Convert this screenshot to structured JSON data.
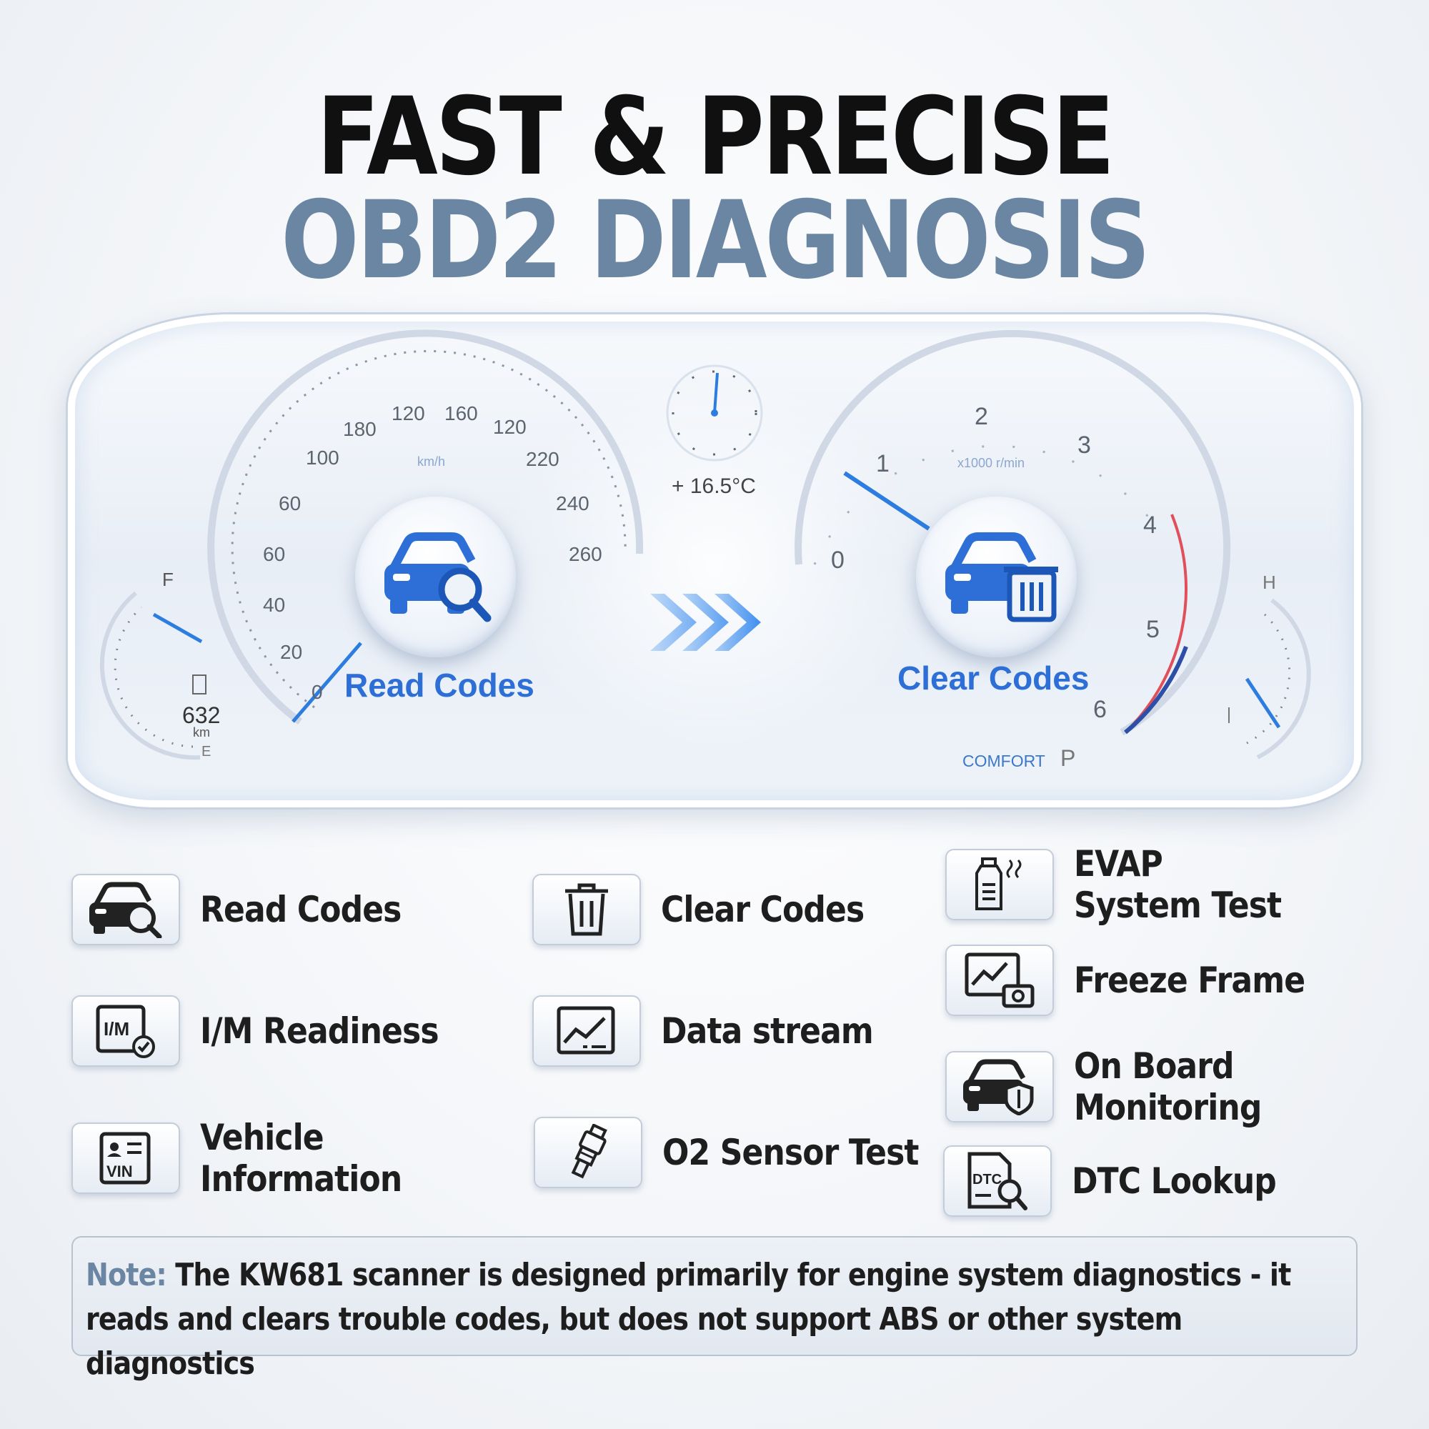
{
  "title": {
    "line1": "FAST & PRECISE",
    "line2": "OBD2 DIAGNOSIS"
  },
  "colors": {
    "accent_blue": "#2d6fd6",
    "title_slate": "#6b86a2",
    "title_dark": "#101010",
    "note_prefix": "#6b86a2"
  },
  "dashboard": {
    "speedometer": {
      "ticks": [
        "0",
        "20",
        "40",
        "60",
        "60",
        "100",
        "180",
        "120",
        "160",
        "120",
        "220",
        "240",
        "260"
      ],
      "unit": "km/h",
      "label": "Read Codes",
      "icon": "car-search-icon"
    },
    "tachometer": {
      "ticks": [
        "0",
        "1",
        "2",
        "3",
        "4",
        "5",
        "6"
      ],
      "unit": "x1000 r/min",
      "label": "Clear Codes",
      "icon": "car-trash-icon"
    },
    "fuel": {
      "full": "F",
      "empty": "E",
      "range_value": "632",
      "range_unit": "km"
    },
    "coolant": {
      "hot": "H"
    },
    "temperature": "+ 16.5°C",
    "drive_mode": "COMFORT",
    "gear": "P"
  },
  "features": [
    {
      "label": "Read Codes",
      "icon": "car-search-icon"
    },
    {
      "label": "Clear Codes",
      "icon": "trash-icon"
    },
    {
      "label": "EVAP\nSystem Test",
      "icon": "evap-bottle-icon"
    },
    {
      "label": "Freeze Frame",
      "icon": "chart-camera-icon"
    },
    {
      "label": "I/M Readiness",
      "icon": "im-readiness-icon"
    },
    {
      "label": "Data stream",
      "icon": "data-stream-icon"
    },
    {
      "label": "On Board\nMonitoring",
      "icon": "car-shield-icon"
    },
    {
      "label": "Vehicle\nInformation",
      "icon": "vin-card-icon"
    },
    {
      "label": "O2 Sensor Test",
      "icon": "o2-sensor-icon"
    },
    {
      "label": "DTC Lookup",
      "icon": "dtc-search-icon"
    }
  ],
  "note": {
    "prefix": "Note:",
    "text": " The KW681 scanner is designed primarily for engine system diagnostics - it reads and clears trouble codes, but does not support ABS or other system diagnostics"
  }
}
